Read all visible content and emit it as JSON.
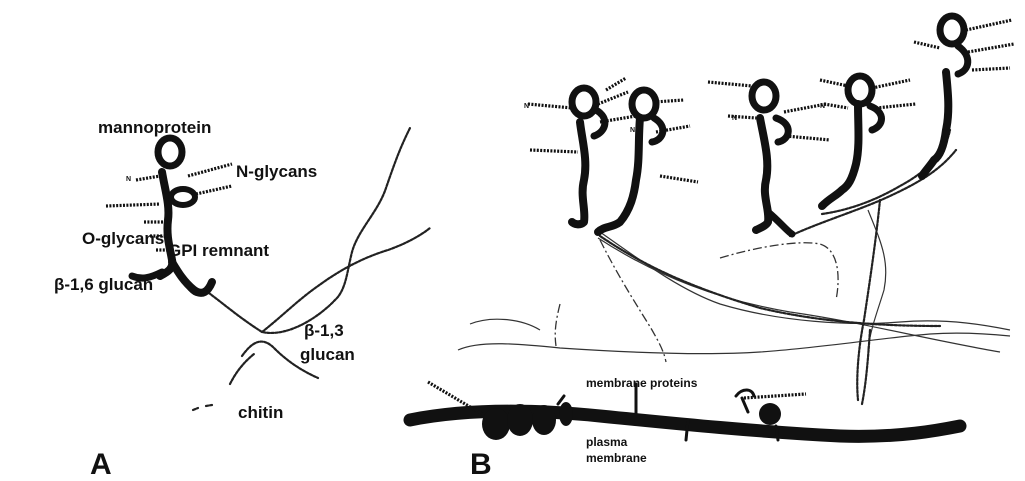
{
  "panel_a": {
    "panel_label": "A",
    "labels": {
      "mannoprotein": "mannoprotein",
      "n_glycans": "N-glycans",
      "o_glycans": "O-glycans",
      "gpi_remnant": "GPI remnant",
      "beta16_glucan": "β-1,6 glucan",
      "beta13_glucan_line1": "β-1,3",
      "beta13_glucan_line2": "glucan",
      "chitin": "chitin",
      "n_marker": "N"
    }
  },
  "panel_b": {
    "panel_label": "B",
    "labels": {
      "membrane_proteins": "membrane proteins",
      "plasma_membrane_line1": "plasma",
      "plasma_membrane_line2": "membrane",
      "n_marker": "N"
    }
  }
}
